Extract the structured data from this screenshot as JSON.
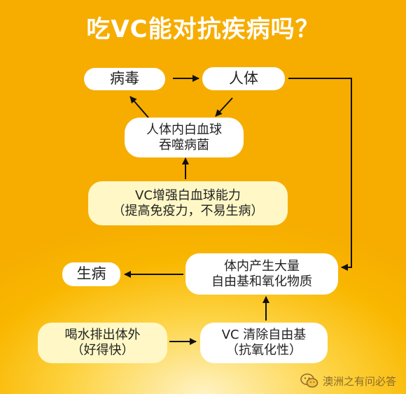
{
  "title": "吃VC能对抗疾病吗？",
  "nodes": {
    "virus": "病毒",
    "human_body": "人体",
    "wbc": [
      "人体内白血球",
      "吞噬病菌"
    ],
    "vc_wbc": [
      "VC增强白血球能力",
      "（提高免疫力，不易生病）"
    ],
    "free_radicals": [
      "体内产生大量",
      "自由基和氧化物质"
    ],
    "sick": "生病",
    "water": [
      "喝水排出体外",
      "（好得快）"
    ],
    "vc_clear": [
      "VC 清除自由基",
      "（抗氧化性）"
    ]
  },
  "watermark": "澳洲之有问必答",
  "colors": {
    "background": "#f9b700",
    "box_white": "#ffffff",
    "box_pale": "#fff8c6",
    "arrow": "#111111",
    "title": "#ffffff"
  }
}
